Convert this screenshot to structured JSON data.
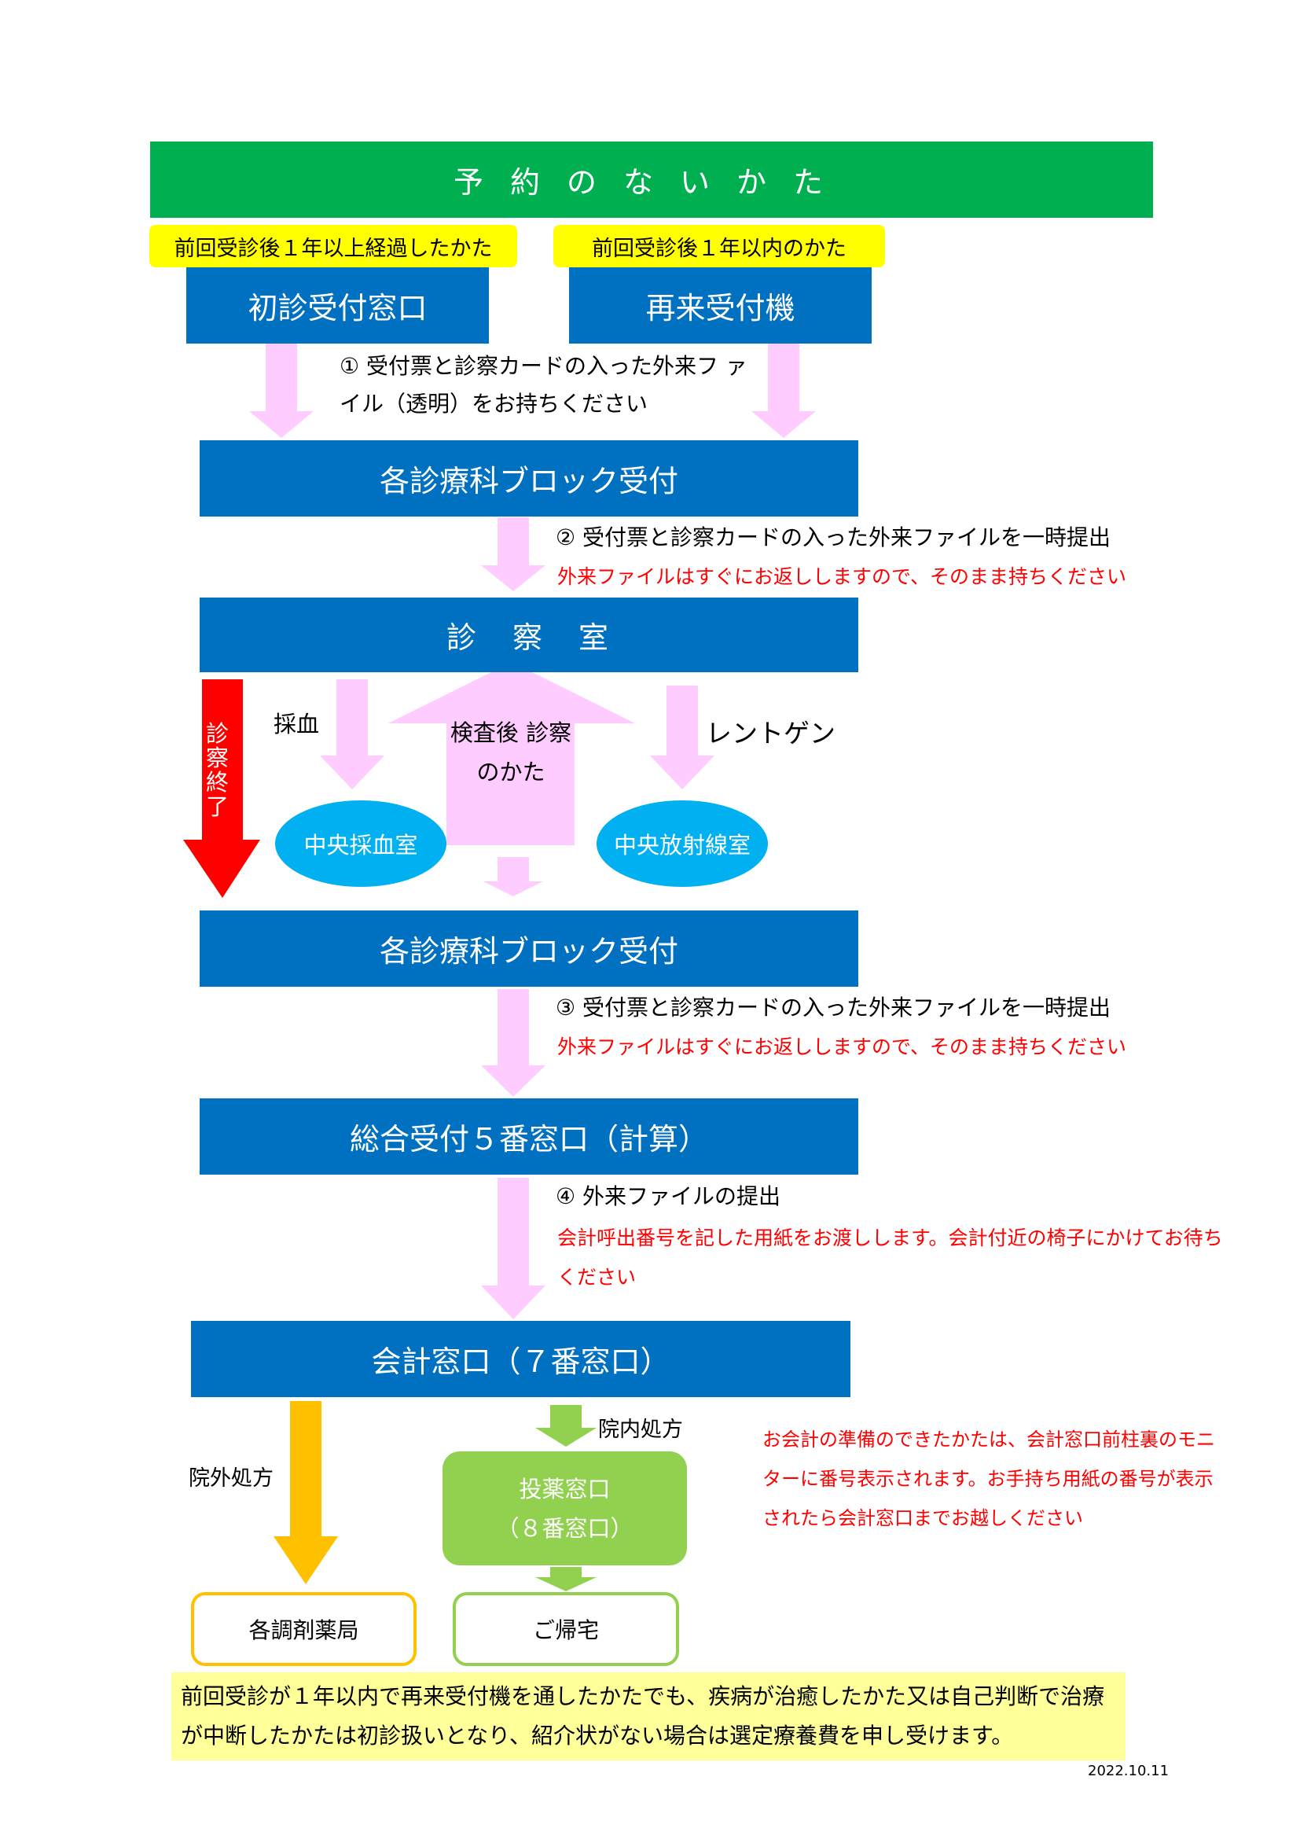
{
  "title": "予約のないかた",
  "tags": {
    "over_one_year": "前回受診後１年以上経過したかた",
    "within_one_year": "前回受診後１年以内のかた"
  },
  "boxes": {
    "first_visit": "初診受付窓口",
    "return_machine": "再来受付機",
    "block_reception_1": "各診療科ブロック受付",
    "exam_room": "診　察　室",
    "block_reception_2": "各診療科ブロック受付",
    "general_reception": "総合受付５番窓口（計算）",
    "cashier": "会計窓口（７番窓口）"
  },
  "steps": {
    "step1": "①  受付票と診察カードの入った外来フ ァイル（透明）をお持ちください",
    "step2": "②  受付票と診察カードの入った外来ファイルを一時提出",
    "step2_note": "外来ファイルはすぐにお返ししますので、そのまま持ちください",
    "step3": "③  受付票と診察カードの入った外来ファイルを一時提出",
    "step3_note": "外来ファイルはすぐにお返ししますので、そのまま持ちください",
    "step4": "④  外来ファイルの提出",
    "step4_note": "会計呼出番号を記した用紙をお渡しします。会計付近の椅子にかけてお待ちください"
  },
  "exam_branch": {
    "blood_label": "採血",
    "xray_label": "レントゲン",
    "after_test_label": "検査後 診察のかた",
    "exam_end_label": "診察終了",
    "blood_room": "中央採血室",
    "radiology_room": "中央放射線室"
  },
  "exit": {
    "outside_rx": "院外処方",
    "inside_rx": "院内処方",
    "pharmacy_window": "投薬窓口",
    "pharmacy_window_no": "（８番窓口）",
    "outside_pharmacy": "各調剤薬局",
    "go_home": "ご帰宅",
    "cashier_note": "お会計の準備のできたかたは、会計窓口前柱裏のモニターに番号表示されます。お手持ち用紙の番号が表示されたら会計窓口までお越しください"
  },
  "bottom_note": "前回受診が１年以内で再来受付機を通したかたでも、疾病が治癒したかた又は自己判断で治療が中断したかたは初診扱いとなり、紹介状がない場合は選定療養費を申し受けます。",
  "date": "2022.10.11",
  "colors": {
    "title_green": "#00b050",
    "box_blue": "#0070c0",
    "arrow_pink": "#ffccff",
    "yellow": "#ffff00",
    "red": "#ff0000",
    "cyan": "#00b0f0",
    "light_green": "#92d050",
    "orange": "#ffc000"
  }
}
